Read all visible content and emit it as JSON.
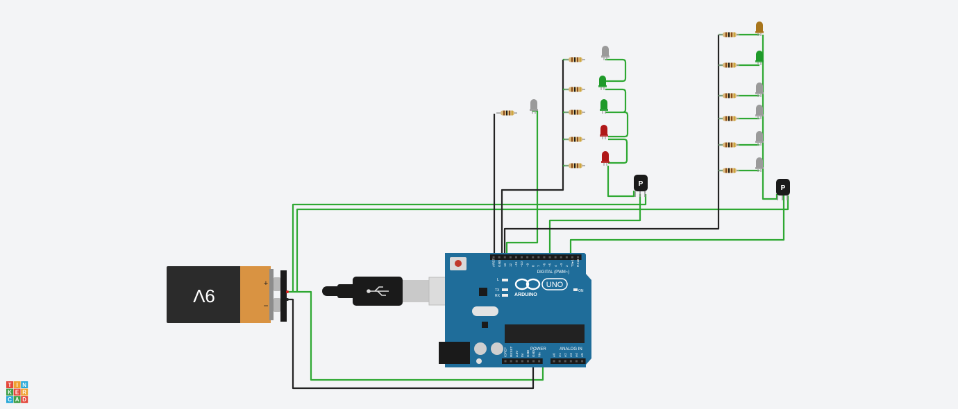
{
  "battery": {
    "label": "9V",
    "plus": "+",
    "minus": "−"
  },
  "arduino": {
    "brand": "ARDUINO",
    "model": "UNO",
    "digital_label": "DIGITAL (PWM~)",
    "power_label": "POWER",
    "analog_label": "ANALOG IN",
    "on_label": "ON",
    "led_labels": [
      "L",
      "TX",
      "RX"
    ],
    "digital_pins": [
      "AREF",
      "GND",
      "13",
      "12",
      "~11",
      "~10",
      "~9",
      "8",
      "7",
      "~6",
      "~5",
      "4",
      "~3",
      "2",
      "TX▸1",
      "RX◂0"
    ],
    "power_pins": [
      "IOREF",
      "RESET",
      "3.3V",
      "5V",
      "GND",
      "GND",
      "Vin"
    ],
    "analog_pins": [
      "A0",
      "A1",
      "A2",
      "A3",
      "A4",
      "A5"
    ]
  },
  "transistors": [
    {
      "label": "P"
    },
    {
      "label": "P"
    }
  ],
  "logo": {
    "letters": [
      "T",
      "I",
      "N",
      "K",
      "E",
      "R",
      "C",
      "A",
      "D"
    ]
  },
  "colors": {
    "wire_green": "#2ea832",
    "wire_black": "#222222",
    "board": "#1f6d9a",
    "led_off": "#9a9a9a",
    "led_green": "#1f9a2a",
    "led_red": "#b01818",
    "led_amber": "#a8751c"
  }
}
